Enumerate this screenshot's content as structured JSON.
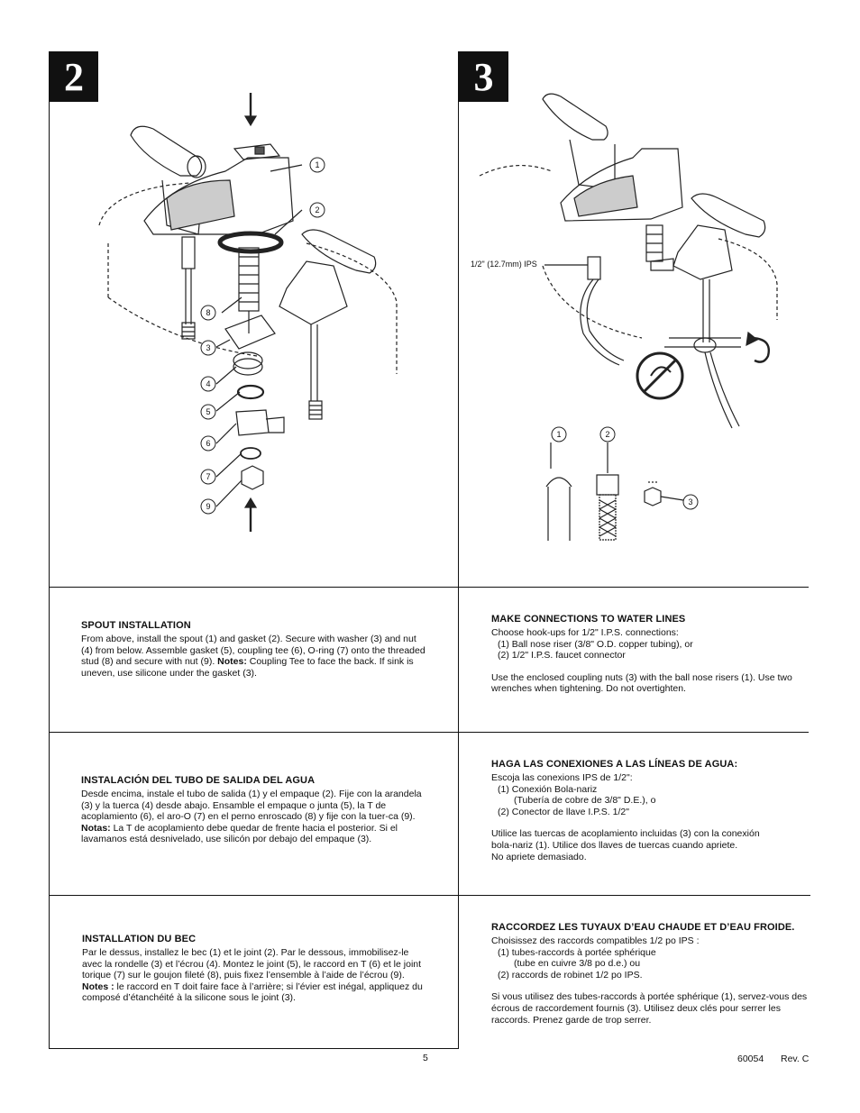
{
  "steps": {
    "left_number": "2",
    "right_number": "3"
  },
  "figure_left": {
    "callouts": [
      "1",
      "2",
      "8",
      "3",
      "4",
      "5",
      "6",
      "7",
      "9"
    ]
  },
  "figure_right": {
    "pipe_label": "1/2\" (12.7mm) IPS",
    "callouts": [
      "1",
      "2",
      "3"
    ]
  },
  "sections": {
    "spout_en": {
      "title": "SPOUT INSTALLATION",
      "body_pre": "From above, install the spout (1) and gasket (2). Secure with washer (3) and nut (4) from below.  Assemble gasket (5), coupling tee (6), O-ring (7) onto the threaded stud (8) and secure with nut (9). ",
      "notes_label": "Notes:",
      "body_post": " Coupling Tee to face the back. If sink is uneven, use silicone under the gasket (3)."
    },
    "spout_es": {
      "title": "INSTALACIÓN DEL TUBO DE SALIDA DEL AGUA",
      "body_pre": "Desde encima, instale el tubo de salida (1) y el empaque (2). Fije con la arandela (3) y la tuerca (4) desde abajo. Ensamble el empaque o junta (5), la T de acoplamiento (6), el aro-O (7) en el perno enroscado (8) y fije con la tuer-ca (9). ",
      "notes_label": "Notas:",
      "body_post": " La T de acoplamiento debe quedar de frente hacia el posterior. Si el lavamanos está desnivelado, use silicón por debajo del empaque (3)."
    },
    "spout_fr": {
      "title": "INSTALLATION DU BEC",
      "body_pre": "Par le dessus, installez le bec (1) et le joint (2). Par le dessous, immobilisez-le avec la rondelle (3) et l’écrou (4). Montez le joint (5), le raccord en T (6) et le joint torique (7) sur le goujon fileté (8), puis fixez l’ensemble à l’aide de l’écrou (9). ",
      "notes_label": "Notes :",
      "body_post": " le raccord en T doit faire face à l’arrière; si l’évier est inégal, appliquez du composé d’étanchéité à la silicone sous le joint (3)."
    },
    "water_en": {
      "title": "MAKE CONNECTIONS TO WATER LINES",
      "line1": "Choose hook-ups for 1/2\" I.P.S. connections:",
      "line2": "(1) Ball nose riser (3/8\" O.D. copper tubing), or",
      "line3": "(2) 1/2\" I.P.S. faucet connector",
      "line4": "Use the enclosed coupling nuts (3) with the ball nose risers (1). Use two wrenches when tightening. Do not overtighten."
    },
    "water_es": {
      "title": "HAGA LAS CONEXIONES A LAS LÍNEAS DE AGUA:",
      "line1": "Escoja las conexions IPS de 1/2\":",
      "line2": "(1) Conexión Bola-nariz",
      "line3": "(Tubería de cobre de 3/8\" D.E.), o",
      "line4": "(2) Conector de llave I.P.S. 1/2\"",
      "line5": "Utilice las tuercas de acoplamiento incluidas (3) con la conexión",
      "line6": "bola-nariz (1). Utilice dos llaves de tuercas cuando apriete.",
      "line7": "No apriete demasiado."
    },
    "water_fr": {
      "title": "RACCORDEZ LES TUYAUX D’EAU CHAUDE ET D’EAU FROIDE.",
      "line1": "Choisissez des raccords compatibles 1/2 po IPS :",
      "line2": "(1) tubes-raccords à portée sphérique",
      "line3": "(tube en cuivre 3/8 po d.e.) ou",
      "line4": "(2) raccords de robinet 1/2 po IPS.",
      "line5": "Si vous utilisez des tubes-raccords à portée sphérique (1), servez-vous des écrous de raccordement fournis (3). Utilisez deux clés pour serrer les raccords. Prenez garde de trop serrer."
    }
  },
  "footer": {
    "page": "5",
    "doc_number": "60054",
    "revision": "Rev. C"
  }
}
